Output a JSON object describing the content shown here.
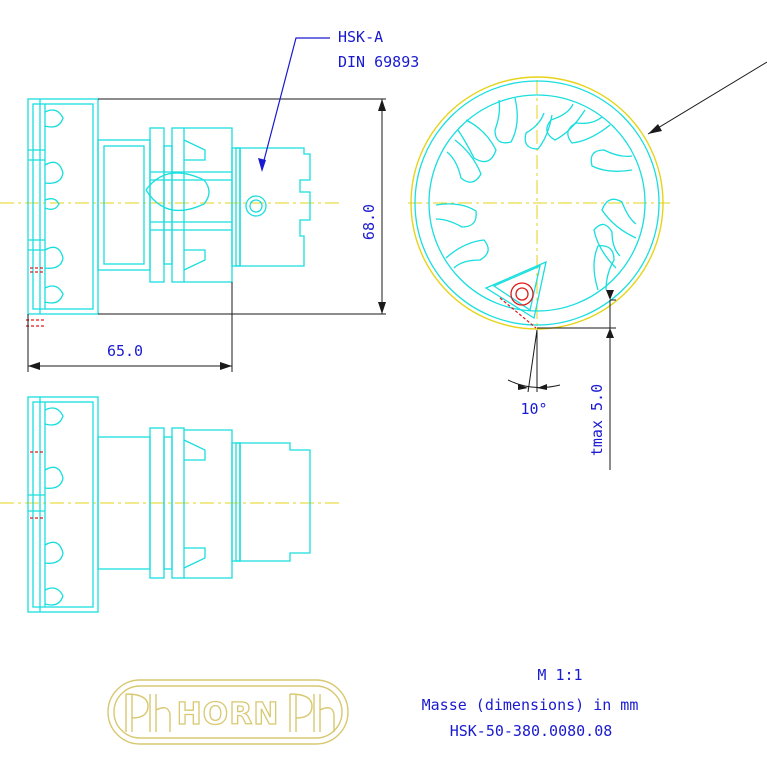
{
  "callouts": {
    "interface_name": "HSK-A",
    "interface_standard": "DIN 69893"
  },
  "dimensions": {
    "diameter": "68.0",
    "length": "65.0",
    "angle": "10°",
    "depth": "tmax 5.0"
  },
  "title_block": {
    "scale": "M 1:1",
    "units": "Masse (dimensions) in mm",
    "part_number": "HSK-50-380.0080.08"
  },
  "logo": {
    "text": "HORN",
    "icon": "ph-monogram-icon"
  },
  "colors": {
    "geometry": "#19dede",
    "annotation": "#1a1ad0",
    "centerline": "#e6d31a",
    "dimension": "#1a1a1a",
    "highlight": "#e01818",
    "logo": "#d8c870"
  }
}
